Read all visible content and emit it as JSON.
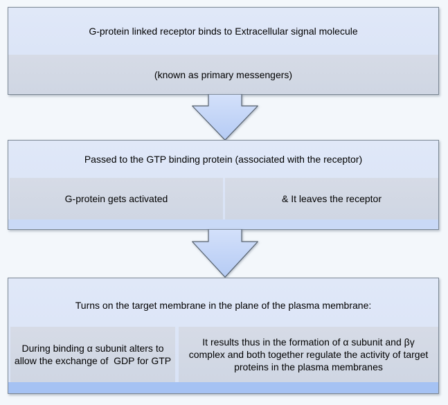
{
  "colors": {
    "background": "#f3f7fb",
    "box_header_blue": "#dbe4f7",
    "box_cell_gray": "#d2d9e5",
    "box2_footer_blue": "#c9d9f6",
    "box3_footer_blue": "#a5c2f3",
    "arrow_fill_top": "#d3e0fa",
    "arrow_fill_bottom": "#b5cbf4",
    "arrow_border": "#57626e",
    "box_border": "#7b8794",
    "text": "#000000"
  },
  "flowchart": {
    "step1": {
      "title": "G-protein linked receptor binds to Extracellular signal molecule",
      "subtitle": "(known as primary messengers)"
    },
    "step2": {
      "title": "Passed to the GTP binding protein (associated with the receptor)",
      "cell_left": "G-protein gets activated",
      "cell_right": "& It leaves the receptor"
    },
    "step3": {
      "title": "Turns on the target membrane in the plane of the plasma membrane:",
      "cell_left": "During binding α subunit alters to allow the exchange of  GDP for GTP",
      "cell_right": "It results thus in the formation of α subunit and βγ complex and both together regulate the activity of target proteins in the plasma membranes"
    },
    "arrows": [
      "down",
      "down"
    ]
  }
}
